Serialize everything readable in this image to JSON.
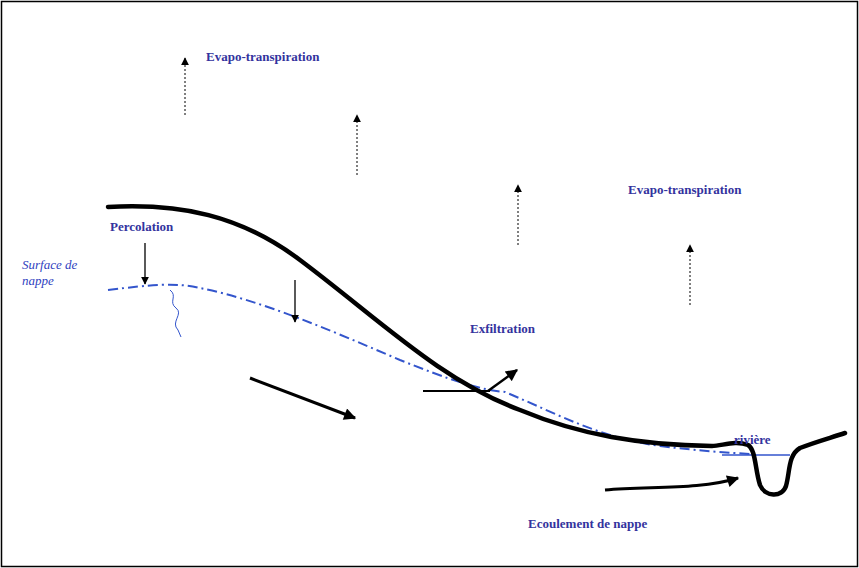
{
  "diagram": {
    "labels": [
      "Evapo-transpiration",
      "Evapo-transpiration",
      "Percolation",
      "Surface de nappe",
      "Exfiltration",
      "rivière",
      "Ecoulement de nappe"
    ]
  }
}
